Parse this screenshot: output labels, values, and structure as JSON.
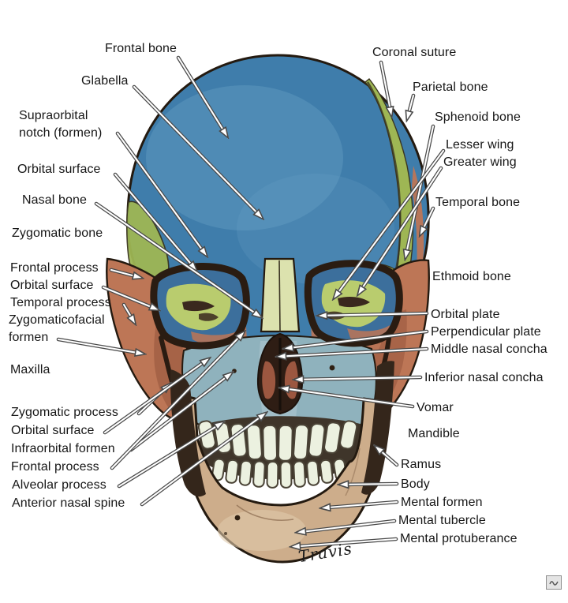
{
  "palette": {
    "background": "#ffffff",
    "cranium_blue": "#3f7dab",
    "cranium_highlight": "#6ea6c9",
    "temple_green": "#9eb654",
    "green_light": "#b9cc6e",
    "cheek_salmon": "#bd7656",
    "salmon_dark": "#8f5038",
    "orbit_outline": "#2a1c12",
    "nasal_pale": "#dce2ae",
    "maxilla_gray": "#8fb2bd",
    "maxilla_light": "#b0c9d1",
    "aperture_dark": "#2e1d14",
    "concha_red": "#9c5740",
    "teeth_ivory": "#ecf1e0",
    "teeth_outline": "#4a4336",
    "mouth_shadow": "#3f352a",
    "mandible_tan": "#cdad8b",
    "mandible_light": "#e0c9ab",
    "ramus_dark": "#34261b",
    "arrow_outline": "#4a4a4a",
    "arrow_fill": "#ffffff",
    "label_text": "#161616"
  },
  "labels": [
    {
      "id": "frontal-bone",
      "text": "Frontal bone"
    },
    {
      "id": "glabella",
      "text": "Glabella"
    },
    {
      "id": "supraorbital-notch",
      "text": "Supraorbital\nnotch (formen)"
    },
    {
      "id": "orbital-surface-frontal",
      "text": "Orbital surface"
    },
    {
      "id": "nasal-bone",
      "text": "Nasal bone"
    },
    {
      "id": "zygomatic-bone",
      "text": "Zygomatic bone"
    },
    {
      "id": "frontal-process-zygomatic",
      "text": "Frontal process"
    },
    {
      "id": "orbital-surface-zygomatic",
      "text": "Orbital surface"
    },
    {
      "id": "temporal-process",
      "text": "Temporal process"
    },
    {
      "id": "zygomaticofacial-formen",
      "text": "Zygomaticofacial\nformen"
    },
    {
      "id": "maxilla",
      "text": "Maxilla"
    },
    {
      "id": "zygomatic-process-maxilla",
      "text": "Zygomatic process"
    },
    {
      "id": "orbital-surface-maxilla",
      "text": "Orbital surface"
    },
    {
      "id": "infraorbital-formen",
      "text": "Infraorbital formen"
    },
    {
      "id": "frontal-process-maxilla",
      "text": "Frontal process"
    },
    {
      "id": "alveolar-process",
      "text": "Alveolar process"
    },
    {
      "id": "anterior-nasal-spine",
      "text": "Anterior nasal spine"
    },
    {
      "id": "coronal-suture",
      "text": "Coronal suture"
    },
    {
      "id": "parietal-bone",
      "text": "Parietal bone"
    },
    {
      "id": "sphenoid-bone",
      "text": "Sphenoid bone"
    },
    {
      "id": "lesser-wing",
      "text": "Lesser wing"
    },
    {
      "id": "greater-wing",
      "text": "Greater wing"
    },
    {
      "id": "temporal-bone",
      "text": "Temporal bone"
    },
    {
      "id": "ethmoid-bone",
      "text": "Ethmoid bone"
    },
    {
      "id": "orbital-plate",
      "text": "Orbital plate"
    },
    {
      "id": "perpendicular-plate",
      "text": "Perpendicular plate"
    },
    {
      "id": "middle-nasal-concha",
      "text": "Middle nasal concha"
    },
    {
      "id": "inferior-nasal-concha",
      "text": "Inferior nasal concha"
    },
    {
      "id": "vomar",
      "text": "Vomar"
    },
    {
      "id": "mandible",
      "text": "Mandible"
    },
    {
      "id": "ramus",
      "text": "Ramus"
    },
    {
      "id": "body",
      "text": "Body"
    },
    {
      "id": "mental-formen",
      "text": "Mental formen"
    },
    {
      "id": "mental-tubercle",
      "text": "Mental tubercle"
    },
    {
      "id": "mental-protuberance",
      "text": "Mental protuberance"
    }
  ],
  "signature": "Travis",
  "corner_icon": "broken-image-icon"
}
